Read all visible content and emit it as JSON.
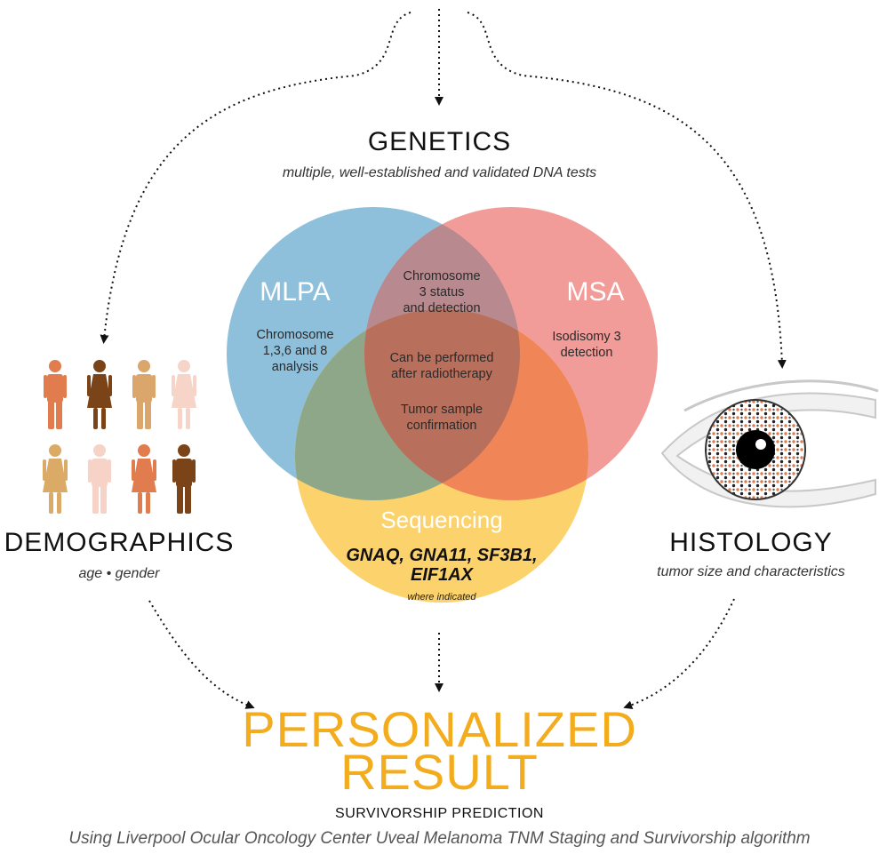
{
  "genetics": {
    "title": "GENETICS",
    "subtitle": "multiple, well-established and validated DNA tests"
  },
  "venn": {
    "mlpa": {
      "title": "MLPA",
      "text": [
        "Chromosome",
        "1,3,6 and 8",
        "analysis"
      ],
      "color": "#8ec0dc"
    },
    "msa": {
      "title": "MSA",
      "text": [
        "Isodisomy 3",
        "detection"
      ],
      "color": "#f19c99"
    },
    "sequencing": {
      "title": "Sequencing",
      "genes": [
        "GNAQ, GNA11, SF3B1,",
        "EIF1AX"
      ],
      "note": "where indicated",
      "color": "#fcd26c"
    },
    "mlpa_msa": [
      "Chromosome",
      "3 status",
      "and detection"
    ],
    "center": [
      "Can be performed",
      "after radiotherapy"
    ],
    "center2": [
      "Tumor sample",
      "confirmation"
    ]
  },
  "demographics": {
    "title": "DEMOGRAPHICS",
    "subtitle": "age • gender",
    "people_colors": [
      "#e07c4e",
      "#7a4318",
      "#dba66b",
      "#f6d5c8",
      "#dbaa66",
      "#f6d3c6",
      "#e07c4e",
      "#7a4318"
    ]
  },
  "histology": {
    "title": "HISTOLOGY",
    "subtitle": "tumor size and characteristics"
  },
  "result": {
    "line1": "PERSONALIZED",
    "line2": "RESULT",
    "subheading": "SURVIVORSHIP PREDICTION",
    "algorithm": "Using Liverpool Ocular Oncology Center Uveal Melanoma TNM Staging and Survivorship algorithm",
    "accent": "#f3ac1d"
  }
}
